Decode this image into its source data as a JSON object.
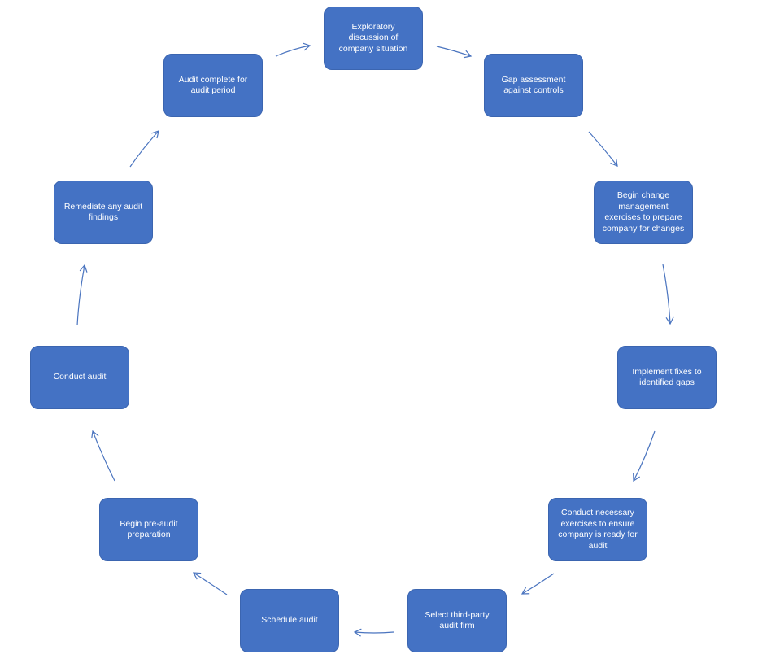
{
  "steps": [
    {
      "id": "exploratory",
      "label": "Exploratory discussion of company situation"
    },
    {
      "id": "gap",
      "label": "Gap assessment against controls"
    },
    {
      "id": "change",
      "label": "Begin change management exercises to prepare company for changes"
    },
    {
      "id": "fixes",
      "label": "Implement fixes to identified gaps"
    },
    {
      "id": "exercises",
      "label": "Conduct necessary exercises to ensure company is ready for audit"
    },
    {
      "id": "firm",
      "label": "Select third-party audit firm"
    },
    {
      "id": "schedule",
      "label": "Schedule audit"
    },
    {
      "id": "preaudit",
      "label": "Begin pre-audit preparation"
    },
    {
      "id": "conduct",
      "label": "Conduct audit"
    },
    {
      "id": "remediate",
      "label": "Remediate any audit findings"
    },
    {
      "id": "complete",
      "label": "Audit complete for audit period"
    }
  ],
  "colors": {
    "box_fill": "#4472c4",
    "arrow": "#4a74bf",
    "text": "#ffffff"
  }
}
